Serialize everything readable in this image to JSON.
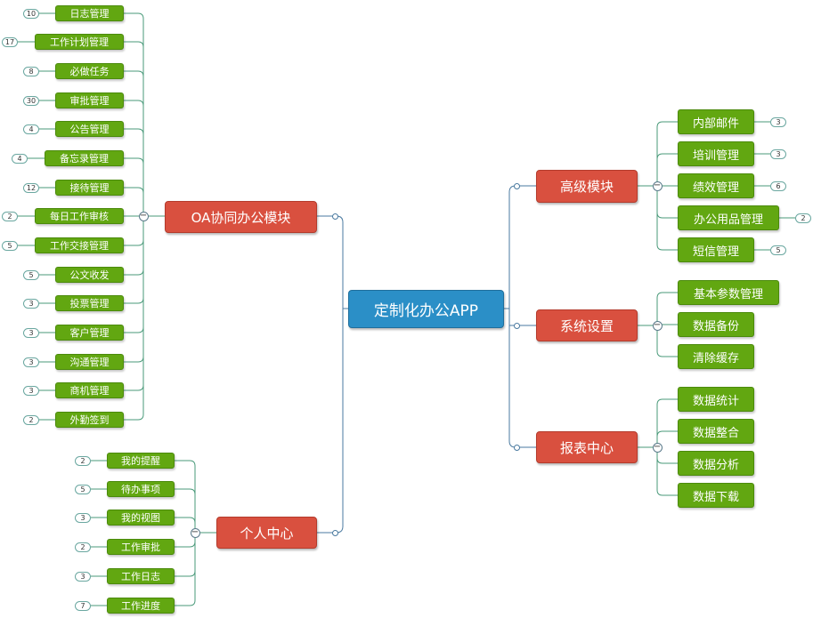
{
  "root": {
    "label": "定制化办公APP"
  },
  "oa": {
    "label": "OA协同办公模块",
    "items": [
      {
        "label": "日志管理",
        "count": "10"
      },
      {
        "label": "工作计划管理",
        "count": "17"
      },
      {
        "label": "必做任务",
        "count": "8"
      },
      {
        "label": "审批管理",
        "count": "30"
      },
      {
        "label": "公告管理",
        "count": "4"
      },
      {
        "label": "备忘录管理",
        "count": "4"
      },
      {
        "label": "接待管理",
        "count": "12"
      },
      {
        "label": "每日工作审核",
        "count": "2"
      },
      {
        "label": "工作交接管理",
        "count": "5"
      },
      {
        "label": "公文收发",
        "count": "5"
      },
      {
        "label": "投票管理",
        "count": "3"
      },
      {
        "label": "客户管理",
        "count": "3"
      },
      {
        "label": "沟通管理",
        "count": "3"
      },
      {
        "label": "商机管理",
        "count": "3"
      },
      {
        "label": "外勤签到",
        "count": "2"
      }
    ]
  },
  "personal": {
    "label": "个人中心",
    "items": [
      {
        "label": "我的提醒",
        "count": "2"
      },
      {
        "label": "待办事项",
        "count": "5"
      },
      {
        "label": "我的视图",
        "count": "3"
      },
      {
        "label": "工作审批",
        "count": "2"
      },
      {
        "label": "工作日志",
        "count": "3"
      },
      {
        "label": "工作进度",
        "count": "7"
      }
    ]
  },
  "advanced": {
    "label": "高级模块",
    "items": [
      {
        "label": "内部邮件",
        "count": "3"
      },
      {
        "label": "培训管理",
        "count": "3"
      },
      {
        "label": "绩效管理",
        "count": "6"
      },
      {
        "label": "办公用品管理",
        "count": "2"
      },
      {
        "label": "短信管理",
        "count": "5"
      }
    ]
  },
  "system": {
    "label": "系统设置",
    "items": [
      {
        "label": "基本参数管理"
      },
      {
        "label": "数据备份"
      },
      {
        "label": "清除缓存"
      }
    ]
  },
  "reports": {
    "label": "报表中心",
    "items": [
      {
        "label": "数据统计"
      },
      {
        "label": "数据整合"
      },
      {
        "label": "数据分析"
      },
      {
        "label": "数据下载"
      }
    ]
  },
  "collapse_symbol": "−",
  "colors": {
    "root": "#2b8fc7",
    "branch": "#d9503f",
    "leaf": "#62a711",
    "connector_left": "#4a9a7a",
    "connector_right": "#4a7aa0"
  }
}
